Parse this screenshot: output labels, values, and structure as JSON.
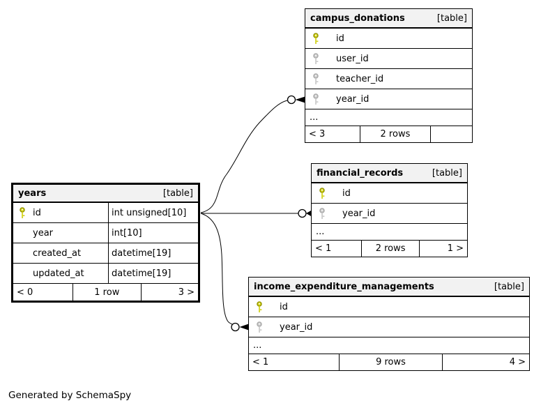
{
  "footer_note": "Generated by SchemaSpy",
  "colors": {
    "primary_key_icon": "#d1d117",
    "foreign_key_icon": "#c9c9c9",
    "header_bg": "#f2f2f2",
    "border": "#000000",
    "background": "#ffffff"
  },
  "tables": [
    {
      "name": "campus_donations",
      "badge": "[table]",
      "columns": [
        {
          "name": "id",
          "key": "primary"
        },
        {
          "name": "user_id",
          "key": "foreign"
        },
        {
          "name": "teacher_id",
          "key": "foreign"
        },
        {
          "name": "year_id",
          "key": "foreign"
        }
      ],
      "ellipsis": "...",
      "footer": {
        "left": "< 3",
        "center": "2 rows",
        "right": ""
      }
    },
    {
      "name": "financial_records",
      "badge": "[table]",
      "columns": [
        {
          "name": "id",
          "key": "primary"
        },
        {
          "name": "year_id",
          "key": "foreign"
        }
      ],
      "ellipsis": "...",
      "footer": {
        "left": "< 1",
        "center": "2 rows",
        "right": "1 >"
      }
    },
    {
      "name": "income_expenditure_managements",
      "badge": "[table]",
      "columns": [
        {
          "name": "id",
          "key": "primary"
        },
        {
          "name": "year_id",
          "key": "foreign"
        }
      ],
      "ellipsis": "...",
      "footer": {
        "left": "< 1",
        "center": "9 rows",
        "right": "4 >"
      }
    },
    {
      "name": "years",
      "badge": "[table]",
      "columns": [
        {
          "name": "id",
          "type": "int unsigned[10]",
          "key": "primary"
        },
        {
          "name": "year",
          "type": "int[10]",
          "key": "none"
        },
        {
          "name": "created_at",
          "type": "datetime[19]",
          "key": "none"
        },
        {
          "name": "updated_at",
          "type": "datetime[19]",
          "key": "none"
        }
      ],
      "footer": {
        "left": "< 0",
        "center": "1 row",
        "right": "3 >"
      }
    }
  ],
  "relationships": [
    {
      "from": "years.id",
      "to": "campus_donations.year_id"
    },
    {
      "from": "years.id",
      "to": "financial_records.year_id"
    },
    {
      "from": "years.id",
      "to": "income_expenditure_managements.year_id"
    }
  ]
}
